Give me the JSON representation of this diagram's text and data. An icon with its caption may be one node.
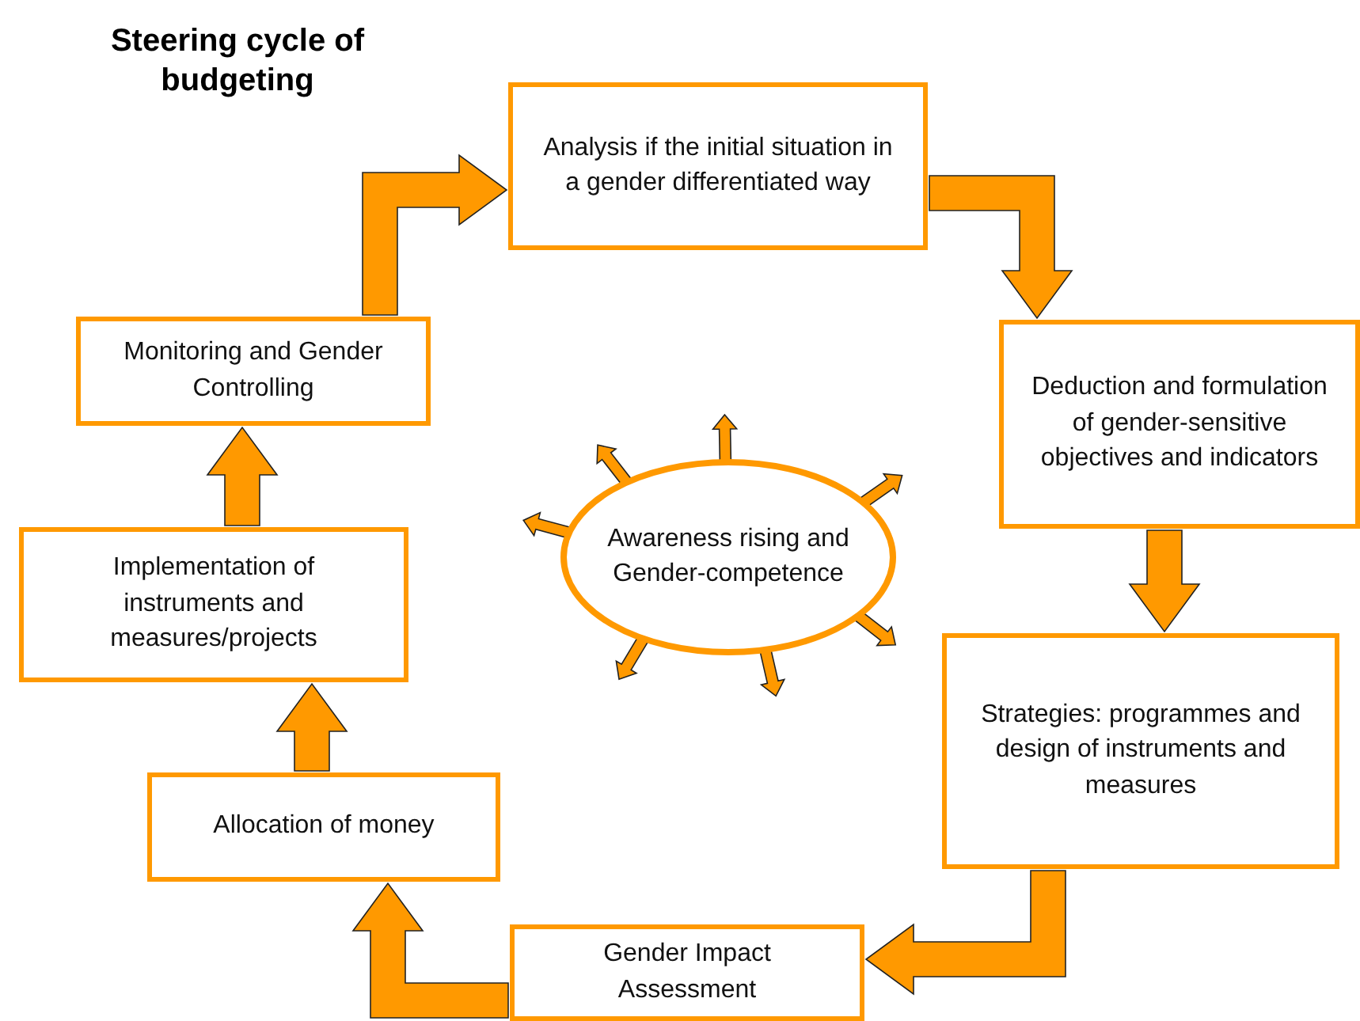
{
  "diagram": {
    "title": "Steering cycle of budgeting",
    "nodes": [
      {
        "text": [
          "Analysis if the initial situation in a gender differentiated way"
        ]
      },
      {
        "text": [
          "Deduction and formulation of gender-sensitive objectives and indicators"
        ]
      },
      {
        "text": [
          "Strategies: programmes and design of instruments and measures"
        ]
      },
      {
        "text": [
          "Gender Impact Assessment"
        ]
      },
      {
        "text": [
          "Allocation of money"
        ]
      },
      {
        "text": [
          "Implementation of instruments and measures/projects"
        ]
      },
      {
        "text": [
          "Monitoring and Gender Controlling"
        ]
      },
      {
        "text": [
          "Awareness rising and Gender-competence"
        ]
      }
    ],
    "edges": [
      {
        "from": 0,
        "to": 1,
        "arrow": "to"
      },
      {
        "from": 1,
        "to": 2,
        "arrow": "to"
      },
      {
        "from": 2,
        "to": 3,
        "arrow": "to"
      },
      {
        "from": 3,
        "to": 4,
        "arrow": "to"
      },
      {
        "from": 4,
        "to": 5,
        "arrow": "to"
      },
      {
        "from": 5,
        "to": 6,
        "arrow": "to"
      },
      {
        "from": 6,
        "to": 0,
        "arrow": "to"
      },
      {
        "from": 7,
        "to": null,
        "arrow": "to"
      },
      {
        "from": 7,
        "to": null,
        "arrow": "to"
      },
      {
        "from": 7,
        "to": null,
        "arrow": "to"
      },
      {
        "from": 7,
        "to": null,
        "arrow": "to"
      },
      {
        "from": 7,
        "to": null,
        "arrow": "to"
      },
      {
        "from": 7,
        "to": null,
        "arrow": "to"
      },
      {
        "from": 7,
        "to": null,
        "arrow": "to"
      }
    ]
  }
}
